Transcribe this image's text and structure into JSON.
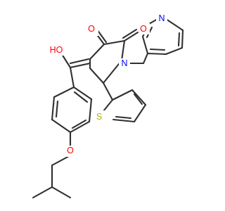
{
  "molecule": {
    "atoms": {
      "ketone_o": {
        "symbol": "O"
      },
      "amide_o": {
        "symbol": "O"
      },
      "ring_n": {
        "symbol": "N"
      },
      "pyridine_n": {
        "symbol": "N"
      },
      "hydroxyl": {
        "symbol": "HO"
      },
      "thiophene_s": {
        "symbol": "S"
      },
      "ether_o": {
        "symbol": "O"
      }
    },
    "colors": {
      "bond": "#303030",
      "oxygen": "#ff0000",
      "nitrogen": "#0000ff",
      "sulfur": "#b2b200"
    }
  }
}
